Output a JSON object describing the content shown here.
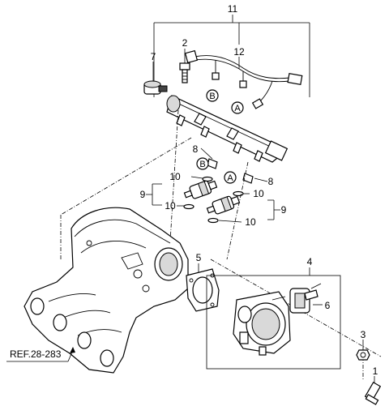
{
  "callouts": {
    "c11": "11",
    "c2": "2",
    "c7": "7",
    "c12": "12",
    "cB_top": "B",
    "cA_top": "A",
    "c8_left": "8",
    "cB_mid": "B",
    "cA_mid": "A",
    "c8_right": "8",
    "c10_a": "10",
    "c9_left": "9",
    "c10_b": "10",
    "c10_c": "10",
    "c9_right": "9",
    "c10_d": "10",
    "c5": "5",
    "c4": "4",
    "c6": "6",
    "c3": "3",
    "c1": "1"
  },
  "reference": "REF.28-283"
}
